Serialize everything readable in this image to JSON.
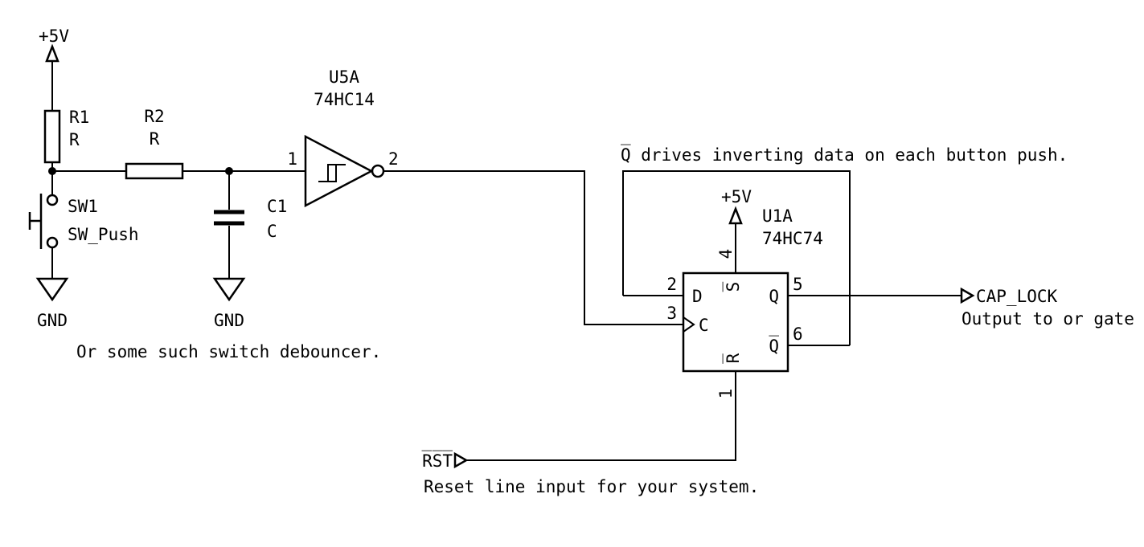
{
  "schematic": {
    "power": {
      "vcc_left": "+5V",
      "vcc_ff": "+5V",
      "gnd_left": "GND",
      "gnd_cap": "GND"
    },
    "components": {
      "r1": {
        "ref": "R1",
        "value": "R"
      },
      "r2": {
        "ref": "R2",
        "value": "R"
      },
      "c1": {
        "ref": "C1",
        "value": "C"
      },
      "sw1": {
        "ref": "SW1",
        "value": "SW_Push"
      },
      "u5a": {
        "ref": "U5A",
        "value": "74HC14",
        "pin_in": "1",
        "pin_out": "2"
      },
      "u1a": {
        "ref": "U1A",
        "value": "74HC74",
        "pin_d_num": "2",
        "pin_d_name": "D",
        "pin_c_num": "3",
        "pin_c_name": "C",
        "pin_s_num": "4",
        "pin_s_name": "S̅",
        "pin_r_num": "1",
        "pin_r_name": "R̅",
        "pin_q_num": "5",
        "pin_q_name": "Q",
        "pin_qb_num": "6",
        "pin_qb_name": "Q̅"
      }
    },
    "nets": {
      "cap_lock": "CAP_LOCK",
      "rst": "R̅S̅T̅"
    },
    "notes": {
      "debouncer": "Or some such switch debouncer.",
      "qbar_behavior": "Q̅ drives inverting data on each button push.",
      "output": "Output to or gate",
      "reset": "Reset line input for your system."
    }
  }
}
